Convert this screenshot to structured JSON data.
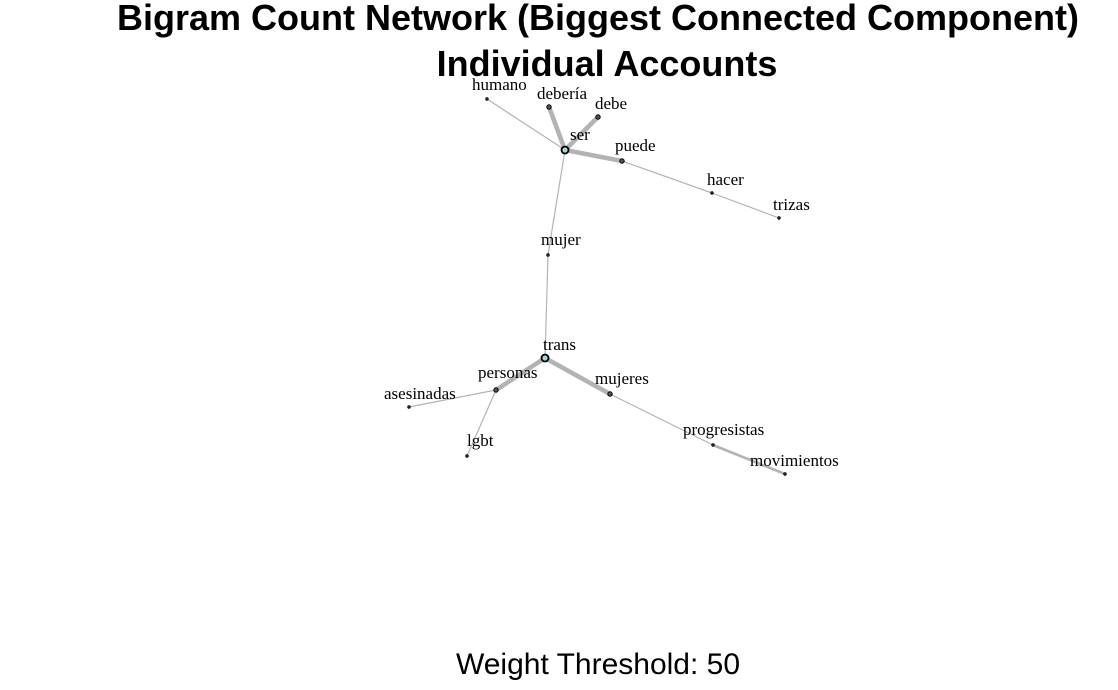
{
  "title": {
    "line1": "Bigram Count Network (Biggest Connected Component)",
    "line2": "Individual Accounts"
  },
  "footer": "Weight Threshold: 50",
  "graph": {
    "nodes": [
      {
        "id": "ser",
        "label": "ser",
        "importance": "high"
      },
      {
        "id": "humano",
        "label": "humano",
        "importance": "low"
      },
      {
        "id": "deberia",
        "label": "debería",
        "importance": "mid"
      },
      {
        "id": "debe",
        "label": "debe",
        "importance": "mid"
      },
      {
        "id": "puede",
        "label": "puede",
        "importance": "mid"
      },
      {
        "id": "hacer",
        "label": "hacer",
        "importance": "low"
      },
      {
        "id": "trizas",
        "label": "trizas",
        "importance": "low"
      },
      {
        "id": "mujer",
        "label": "mujer",
        "importance": "low"
      },
      {
        "id": "trans",
        "label": "trans",
        "importance": "high"
      },
      {
        "id": "personas",
        "label": "personas",
        "importance": "mid"
      },
      {
        "id": "mujeres",
        "label": "mujeres",
        "importance": "mid"
      },
      {
        "id": "asesinadas",
        "label": "asesinadas",
        "importance": "low"
      },
      {
        "id": "lgbt",
        "label": "lgbt",
        "importance": "low"
      },
      {
        "id": "progresistas",
        "label": "progresistas",
        "importance": "low"
      },
      {
        "id": "movimientos",
        "label": "movimientos",
        "importance": "low"
      }
    ],
    "edges": [
      {
        "source": "humano",
        "target": "ser",
        "weight": "low"
      },
      {
        "source": "deberia",
        "target": "ser",
        "weight": "high"
      },
      {
        "source": "debe",
        "target": "ser",
        "weight": "high"
      },
      {
        "source": "ser",
        "target": "puede",
        "weight": "high"
      },
      {
        "source": "puede",
        "target": "hacer",
        "weight": "low"
      },
      {
        "source": "hacer",
        "target": "trizas",
        "weight": "low"
      },
      {
        "source": "ser",
        "target": "mujer",
        "weight": "low"
      },
      {
        "source": "mujer",
        "target": "trans",
        "weight": "low"
      },
      {
        "source": "personas",
        "target": "trans",
        "weight": "high"
      },
      {
        "source": "trans",
        "target": "mujeres",
        "weight": "high"
      },
      {
        "source": "personas",
        "target": "asesinadas",
        "weight": "low"
      },
      {
        "source": "personas",
        "target": "lgbt",
        "weight": "low"
      },
      {
        "source": "mujeres",
        "target": "progresistas",
        "weight": "low"
      },
      {
        "source": "progresistas",
        "target": "movimientos",
        "weight": "mid"
      }
    ],
    "colors": {
      "edge": "#b3b3b3",
      "node_fill": "#a6d3d8",
      "node_stroke": "#000000"
    }
  }
}
